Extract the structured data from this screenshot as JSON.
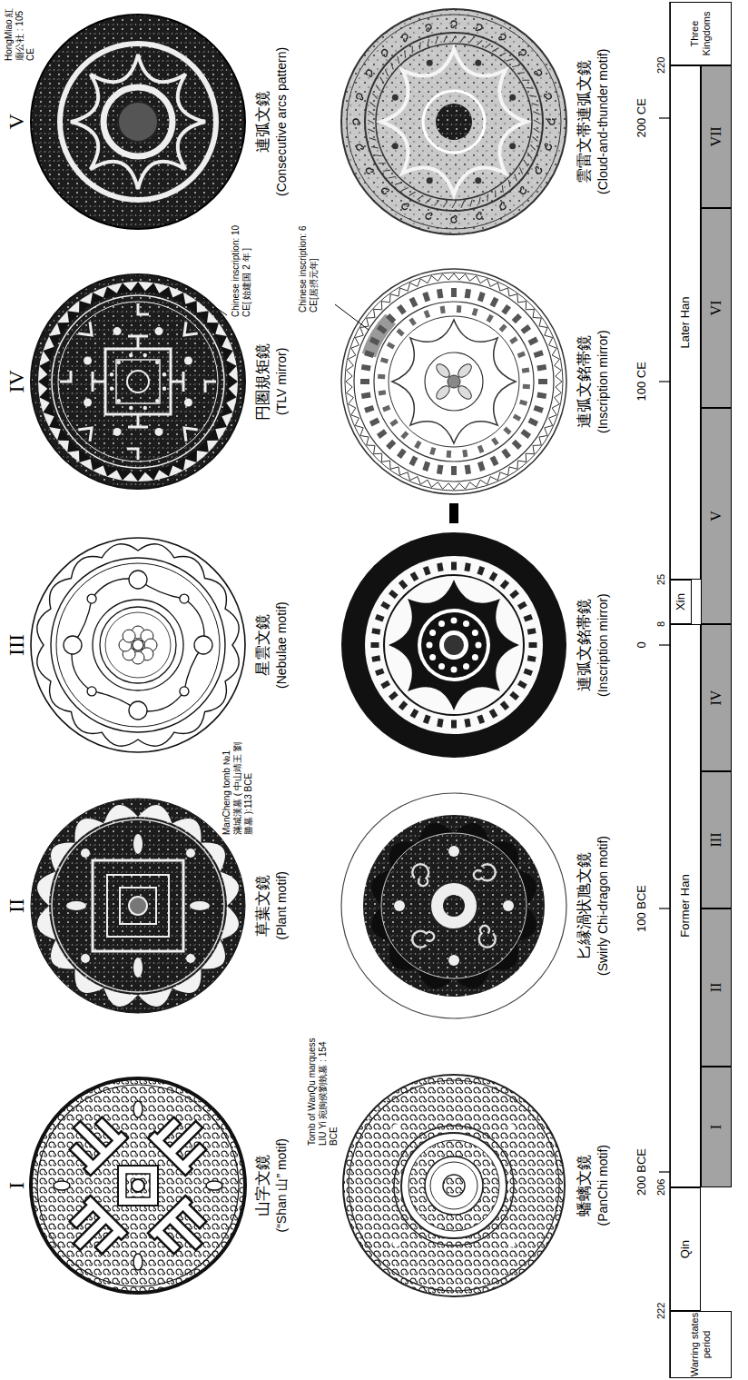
{
  "diagram": {
    "nodes": [
      {
        "text": [
          "Warring states period"
        ]
      },
      {
        "text": [
          "Qin"
        ]
      },
      {
        "text": [
          "Former Han"
        ]
      },
      {
        "text": [
          "Xin"
        ]
      },
      {
        "text": [
          "Later Han"
        ]
      },
      {
        "text": [
          "Three Kingdoms"
        ]
      },
      {
        "text": [
          "I"
        ]
      },
      {
        "text": [
          "II"
        ]
      },
      {
        "text": [
          "III"
        ]
      },
      {
        "text": [
          "IV"
        ]
      },
      {
        "text": [
          "V"
        ]
      },
      {
        "text": [
          "VI"
        ]
      },
      {
        "text": [
          "VII"
        ]
      }
    ],
    "labels": [
      "I",
      "II",
      "III",
      "IV",
      "V",
      "山字文鏡",
      "(“Shan 山” motif)",
      "ManCheng tomb №1 滿城漢墓 ( 中山靖王 劉勝墓 ):113 BCE",
      "草葉文鏡",
      "(Plant motif)",
      "星雲文鏡",
      "(Nebulae motif)",
      "Chinese inscription: 10 CE[ 始建国 2 年 ]",
      "円圏規矩鏡",
      "(TLV mirror)",
      "HongMiao 紅廟公社 : 105 CE",
      "連弧文鏡",
      "(Consecutive arcs pattern)",
      "Tomb of WanQu marquess LIU Yi 宛朐侯劉埶墓 : 154 BCE",
      "蟠螭文鏡",
      "(PanChi motif)",
      "匕縁渦状虺文鏡",
      "(Swirly Chi-dragon motif)",
      "連弧文銘帯鏡",
      "(Inscription mirror)",
      "Chinese inscription: 6 CE[居摂元年]",
      "連弧文銘帯鏡",
      "(Inscription mirror)",
      "雲雷文帯連弧文鏡",
      "(Cloud-and-thunder motif)",
      "222",
      "200 BCE",
      "206",
      "100 BCE",
      "0",
      "8",
      "25",
      "100 CE",
      "200 CE",
      "220"
    ]
  }
}
